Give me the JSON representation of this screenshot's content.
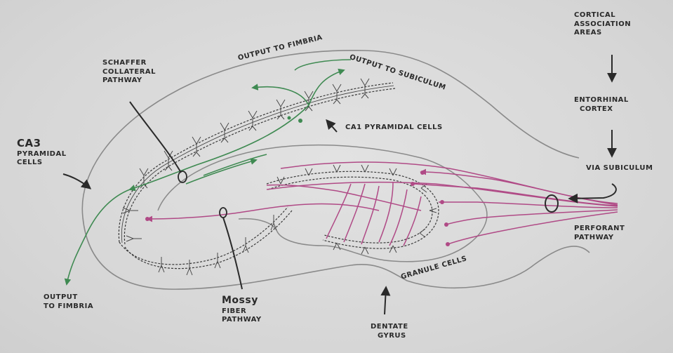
{
  "labels": {
    "cortical_association": [
      "Cortical",
      "Association",
      "Areas"
    ],
    "entorhinal": [
      "Entorhinal",
      "Cortex"
    ],
    "via_subiculum": "Via Subiculum",
    "perforant": [
      "Perforant",
      "Pathway"
    ],
    "schaffer": [
      "Schaffer",
      "Collateral",
      "Pathway"
    ],
    "output_fimbria_top": "Output to fimbria",
    "output_subiculum": "Output to subiculum",
    "ca1": "CA1 pyramidal cells",
    "ca3": [
      "CA3",
      "Pyramidal",
      "Cells"
    ],
    "output_fimbria_bottom": [
      "Output",
      "to Fimbria"
    ],
    "mossy": [
      "Mossy",
      "Fiber",
      "Pathway"
    ],
    "granule": "Granule cells",
    "dentate": [
      "Dentate",
      "Gyrus"
    ]
  },
  "colors": {
    "outline": "#8a8a8a",
    "cell": "#4a4a4a",
    "pyramidal_band": "#3a3a3a",
    "green_pathway": "#3f8a52",
    "magenta_pathway": "#b04a86",
    "label": "#2a2a2a",
    "arrow": "#2a2a2a"
  }
}
